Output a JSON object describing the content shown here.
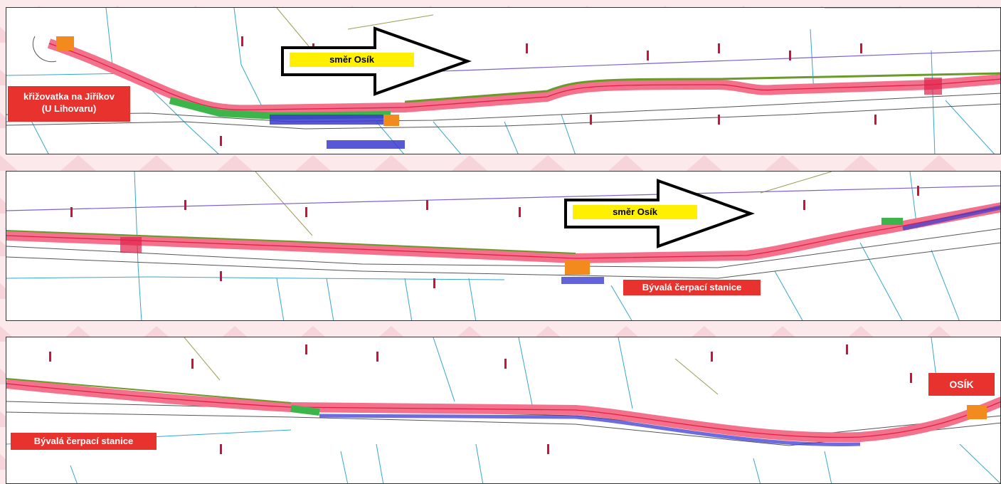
{
  "panels": [
    {
      "id": "panel-1",
      "labels": {
        "intersection": "křižovatka na Jiříkov",
        "intersection_sub": "(U Lihovaru)"
      },
      "arrow_label": "směr Osík"
    },
    {
      "id": "panel-2",
      "labels": {
        "station": "Bývalá čerpací stanice"
      },
      "arrow_label": "směr Osík"
    },
    {
      "id": "panel-3",
      "labels": {
        "station": "Bývalá čerpací stanice",
        "destination": "OSÍK"
      }
    }
  ],
  "colors": {
    "road_fill": "#f3718a",
    "road_edge": "#e0204a",
    "sidewalk_green": "#3db54a",
    "bus_blue": "#3b3bd0",
    "parcel_lines": "#35a7c9",
    "contour_lines": "#9c9c54",
    "label_red": "#e8322e",
    "arrow_yellow": "#ffef00"
  }
}
